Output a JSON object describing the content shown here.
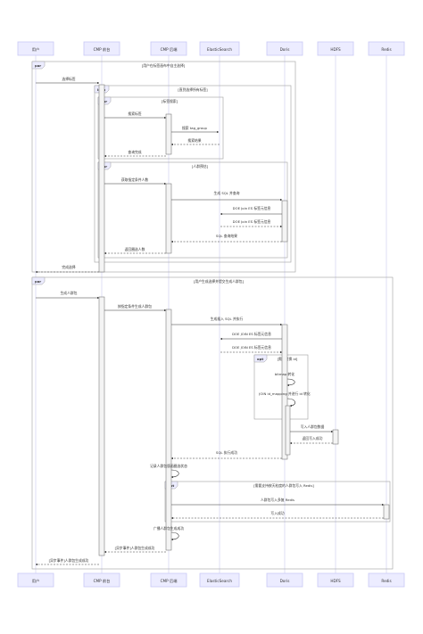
{
  "colors": {
    "participant_fill": "#ECECFF",
    "participant_stroke": "#C9C9F5",
    "lifeline": "#D7D7F2",
    "activation_fill": "#F4F4F4",
    "activation_stroke": "#666666",
    "frame_stroke": "#A0A0A0",
    "frame_tag_fill": "#ECECFF",
    "arrow": "#333333",
    "note_bg": "#F6F6FB"
  },
  "participants": [
    {
      "id": "user",
      "label": "用户"
    },
    {
      "id": "cdp_front",
      "label": "CMP 前台"
    },
    {
      "id": "cdp_back",
      "label": "CMP 后端"
    },
    {
      "id": "es",
      "label": "ElasticSearch"
    },
    {
      "id": "doris",
      "label": "Doris"
    },
    {
      "id": "hdfs",
      "label": "HDFS"
    },
    {
      "id": "redis",
      "label": "Redis"
    }
  ],
  "frames": [
    {
      "id": "par-1",
      "tag": "par",
      "text": "[用户在标签画布中自主选择]"
    },
    {
      "id": "loop-1",
      "tag": "loop",
      "text": "[直到选择所有标签]"
    },
    {
      "id": "par-search",
      "tag": "par",
      "text": "[标签搜索]"
    },
    {
      "id": "par-estimate",
      "tag": "par",
      "text": "[人群预估]"
    },
    {
      "id": "par-2",
      "tag": "par",
      "text": "[用户生成选择并提交生成人群包]"
    },
    {
      "id": "opt-1",
      "tag": "opt",
      "text": "[需要转换 id]"
    },
    {
      "id": "opt-2",
      "tag": "opt",
      "text": "[需要支持按天粒度的人群包写入 Redis]"
    }
  ],
  "messages": [
    {
      "text": "选择标签",
      "from": "user",
      "to": "cdp_front",
      "dashed": false
    },
    {
      "text": "搜索标签",
      "from": "cdp_front",
      "to": "cdp_back",
      "dashed": false
    },
    {
      "text": "搜索 tag_group",
      "from": "cdp_back",
      "to": "es",
      "dashed": false
    },
    {
      "text": "搜索结果",
      "from": "es",
      "to": "cdp_back",
      "dashed": true
    },
    {
      "text": "查询完成",
      "from": "cdp_back",
      "to": "cdp_front",
      "dashed": true
    },
    {
      "text": "获取指定条件人数",
      "from": "cdp_front",
      "to": "cdp_back",
      "dashed": false
    },
    {
      "text": "生成 SQL 并查询",
      "from": "cdp_back",
      "to": "doris",
      "dashed": false
    },
    {
      "text": "DOE Join ES 标签元信息",
      "from": "doris",
      "to": "es",
      "dashed": false
    },
    {
      "text": "DOE Join ES 标签元信息",
      "from": "es",
      "to": "doris",
      "dashed": true
    },
    {
      "text": "SQL 查询结果",
      "from": "doris",
      "to": "cdp_back",
      "dashed": true
    },
    {
      "text": "返回圈选人数",
      "from": "cdp_back",
      "to": "cdp_front",
      "dashed": true
    },
    {
      "text": "完成选择",
      "from": "cdp_front",
      "to": "user",
      "dashed": true
    },
    {
      "text": "生成人群包",
      "from": "user",
      "to": "cdp_front",
      "dashed": false
    },
    {
      "text": "按指定条件生成人群包",
      "from": "cdp_front",
      "to": "cdp_back",
      "dashed": false
    },
    {
      "text": "生成插入 SQL 并执行",
      "from": "cdp_back",
      "to": "doris",
      "dashed": false
    },
    {
      "text": "DOE JOIN ES 标签元信息",
      "from": "doris",
      "to": "es",
      "dashed": false
    },
    {
      "text": "DOE JOIN ES 标签元信息",
      "from": "es",
      "to": "doris",
      "dashed": true
    },
    {
      "text": "bitmap 转化",
      "from": "doris",
      "to": "doris",
      "dashed": false
    },
    {
      "text": "JOIN id_mapping 并进行 id 转化",
      "from": "doris",
      "to": "doris",
      "dashed": false
    },
    {
      "text": "写入人群包数据",
      "from": "doris",
      "to": "hdfs",
      "dashed": false
    },
    {
      "text": "返回写入成功",
      "from": "hdfs",
      "to": "doris",
      "dashed": true
    },
    {
      "text": "SQL 执行成功",
      "from": "doris",
      "to": "cdp_back",
      "dashed": true
    },
    {
      "text": "记录人群包版画圈选状态",
      "from": "cdp_back",
      "to": "cdp_back",
      "dashed": false
    },
    {
      "text": "人群包写入多复 Redis",
      "from": "cdp_back",
      "to": "redis",
      "dashed": false
    },
    {
      "text": "写入成功",
      "from": "redis",
      "to": "cdp_back",
      "dashed": true
    },
    {
      "text": "广播人群包生成成功",
      "from": "cdp_back",
      "to": "cdp_back",
      "dashed": false
    },
    {
      "text": "[异步事件]人群包生成成功",
      "from": "cdp_back",
      "to": "cdp_front",
      "dashed": true
    },
    {
      "text": "[异步事件]人群包生成成功",
      "from": "cdp_front",
      "to": "user",
      "dashed": true
    }
  ]
}
